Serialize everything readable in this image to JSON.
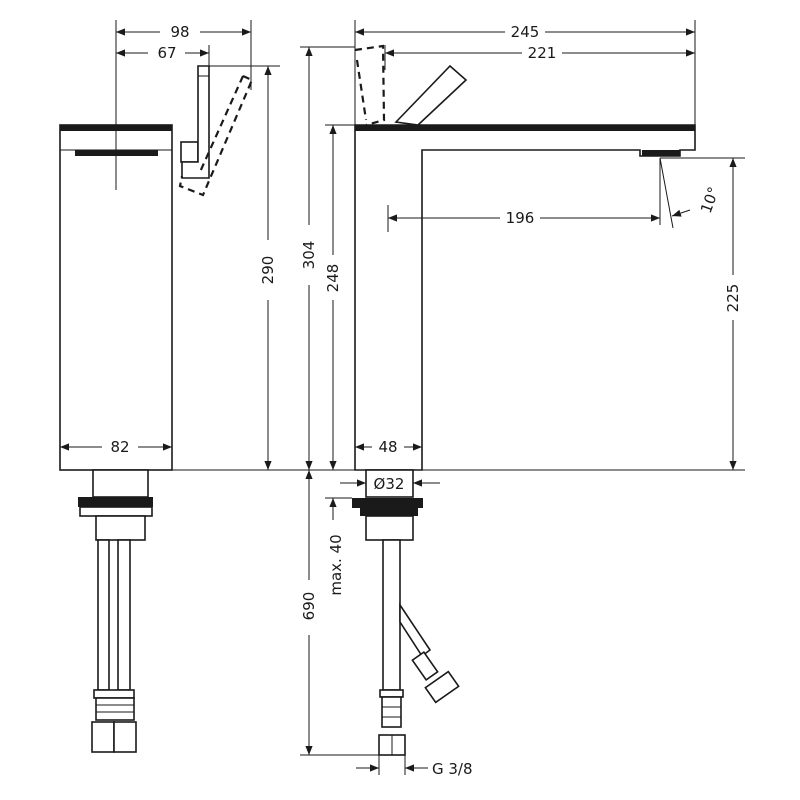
{
  "drawing": {
    "side_view": {
      "lever_offset_open": "98",
      "lever_offset": "67",
      "height_lever": "290",
      "body_depth": "82"
    },
    "front_view": {
      "total_length": "245",
      "lever_to_end": "221",
      "total_height": "304",
      "body_height": "248",
      "spout_reach": "196",
      "spray_angle": "10°",
      "spout_height": "225",
      "body_width": "48",
      "shank_diameter": "Ø32",
      "max_counter_thickness": "max. 40",
      "hose_length": "690",
      "connection_thread": "G 3/8"
    }
  }
}
